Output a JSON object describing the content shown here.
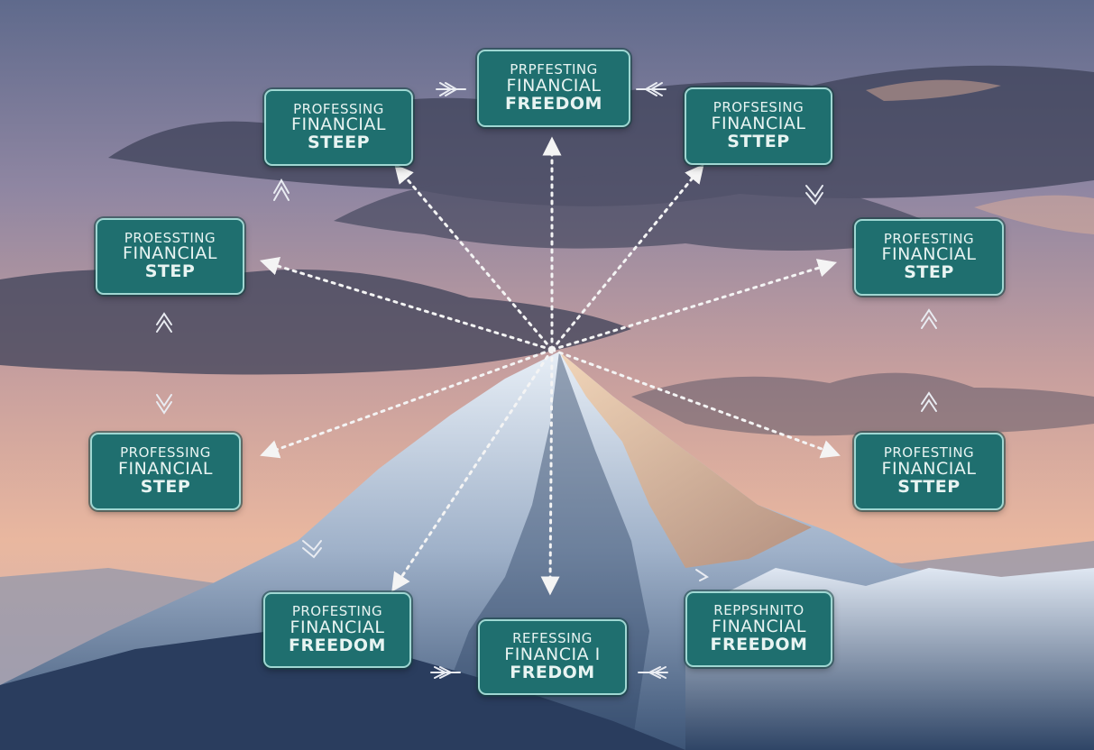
{
  "colors": {
    "node_fill": "#1f6f6f",
    "node_border": "#9fd7d2",
    "node_text": "#e8f4f2",
    "connector": "#f4f4f4"
  },
  "nodes": [
    {
      "id": "top",
      "lines": [
        "PRPFESTING",
        "FINANCIAL",
        "FREEDOM"
      ]
    },
    {
      "id": "upper-left",
      "lines": [
        "PROFESSING",
        "FINANCIAL",
        "STEEP"
      ]
    },
    {
      "id": "upper-right",
      "lines": [
        "PROFSESING",
        "FINANCIAL",
        "STTEP"
      ]
    },
    {
      "id": "mid-left",
      "lines": [
        "PROESSTING",
        "FINANCIAL",
        "STEP"
      ]
    },
    {
      "id": "mid-right",
      "lines": [
        "PROFESTING",
        "FINANCIAL",
        "STEP"
      ]
    },
    {
      "id": "lower-left",
      "lines": [
        "PROFESSING",
        "FINANCIAL",
        "STEP"
      ]
    },
    {
      "id": "lower-right",
      "lines": [
        "PROFESTING",
        "FINANCIAL",
        "STTEP"
      ]
    },
    {
      "id": "bottom-left",
      "lines": [
        "PROFESTING",
        "FINANCIAL",
        "FREEDOM"
      ]
    },
    {
      "id": "bottom-center",
      "lines": [
        "REFESSING",
        "FINANCIA I",
        "FREDOM"
      ]
    },
    {
      "id": "bottom-right",
      "lines": [
        "REPPSHNITO",
        "FINANCIAL",
        "FREEDOM"
      ]
    }
  ]
}
